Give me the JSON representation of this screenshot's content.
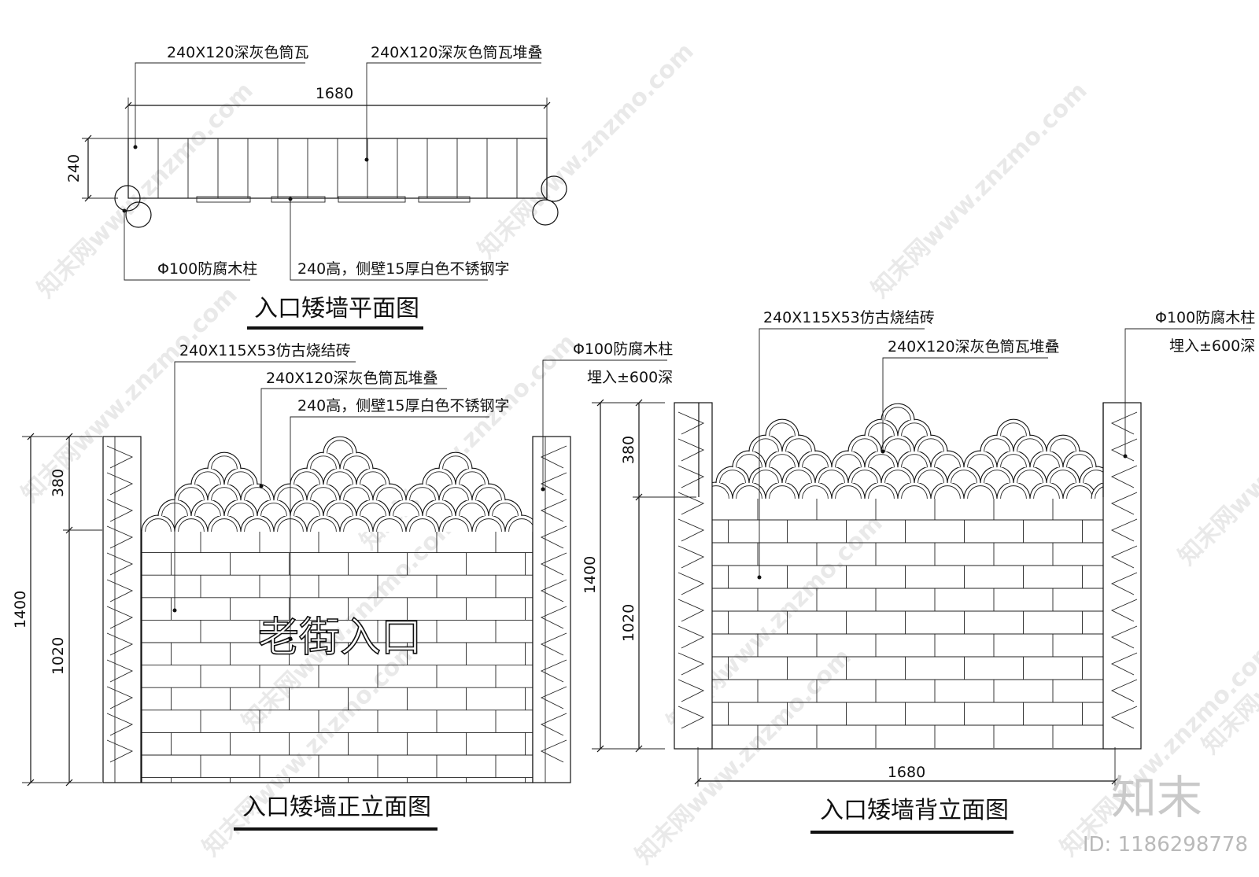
{
  "plan": {
    "title": "入口矮墙平面图",
    "dim_length": "1680",
    "dim_width": "240",
    "labels": {
      "tile": "240X120深灰色筒瓦",
      "tile_stack": "240X120深灰色筒瓦堆叠",
      "post": "Φ100防腐木柱",
      "letters": "240高，侧壁15厚白色不锈钢字"
    }
  },
  "front": {
    "title": "入口矮墙正立面图",
    "sign_text": "老街入口",
    "dims": {
      "total": "1400",
      "top": "380",
      "bottom": "1020"
    },
    "labels": {
      "brick": "240X115X53仿古烧结砖",
      "tile_stack": "240X120深灰色筒瓦堆叠",
      "letters": "240高，侧壁15厚白色不锈钢字",
      "post": "Φ100防腐木柱",
      "post_depth": "埋入±600深"
    }
  },
  "back": {
    "title": "入口矮墙背立面图",
    "dims": {
      "total": "1400",
      "top": "380",
      "bottom": "1020",
      "length": "1680"
    },
    "labels": {
      "brick": "240X115X53仿古烧结砖",
      "tile_stack": "240X120深灰色筒瓦堆叠",
      "post": "Φ100防腐木柱",
      "post_depth": "埋入±600深"
    }
  },
  "watermark": {
    "text": "知末网www.znzmo.com",
    "brand": "知末",
    "id": "ID: 1186298778"
  }
}
